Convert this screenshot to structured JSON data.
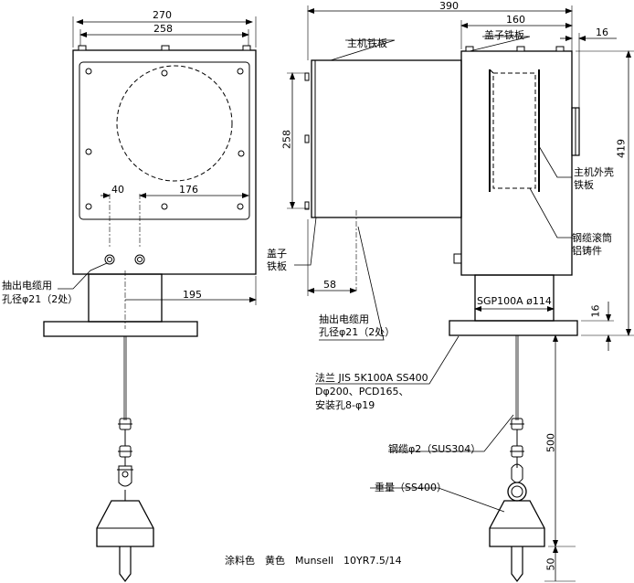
{
  "dims": {
    "front_width_270": "270",
    "front_width_258": "258",
    "front_offset_40": "40",
    "front_offset_176": "176",
    "front_width_195": "195",
    "side_width_390": "390",
    "side_width_160": "160",
    "side_offset_16": "16",
    "side_height_258": "258",
    "side_height_419": "419",
    "side_offset_58": "58",
    "flange_thk_16": "16",
    "cable_len_500": "500",
    "weight_len_50": "50"
  },
  "labels": {
    "main_plate": "主机铁板",
    "cover_plate_top": "盖子铁板",
    "cover_plate_left_1": "盖子",
    "cover_plate_left_2": "铁板",
    "outer_plate_1": "主机外壳",
    "outer_plate_2": "铁板",
    "drum_1": "钢缆滚筒",
    "drum_2": "铝铸件",
    "cable_hole_front_1": "抽出电缆用",
    "cable_hole_front_2": "孔径φ21（2处）",
    "cable_hole_side_1": "抽出电缆用",
    "cable_hole_side_2": "孔径φ21（2处）",
    "pipe": "SGP100A ø114",
    "flange_1": "法兰 JIS 5K100A SS400",
    "flange_2": "Dφ200、PCD165、",
    "flange_3": "安装孔8-φ19",
    "cable": "钢缆φ2（SUS304）",
    "weight": "重量（SS400）",
    "paint": "涂料色　黄色　Munsell　10YR7.5/14"
  }
}
